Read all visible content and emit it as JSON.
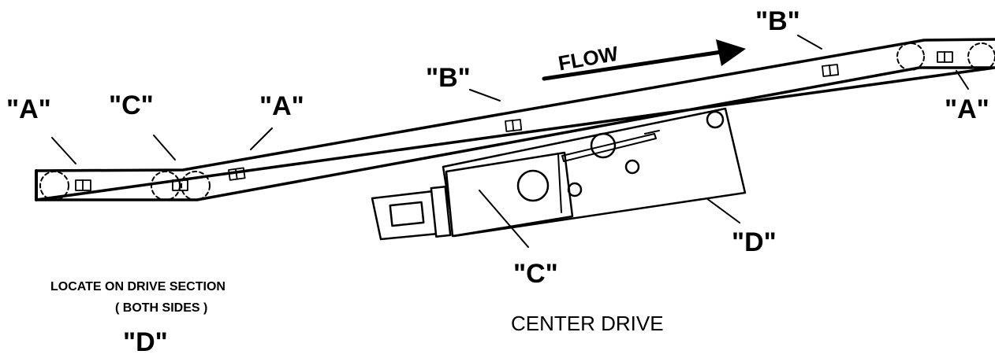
{
  "flow_label": "FLOW",
  "callouts": {
    "a_left": "\"A\"",
    "c_left": "\"C\"",
    "a_mid": "\"A\"",
    "b_mid": "\"B\"",
    "b_right": "\"B\"",
    "a_right": "\"A\"",
    "c_drive": "\"C\"",
    "d_drive": "\"D\""
  },
  "note": {
    "line1": "LOCATE ON DRIVE SECTION",
    "line2": "( BOTH SIDES )",
    "label": "\"D\""
  },
  "caption": "CENTER DRIVE"
}
